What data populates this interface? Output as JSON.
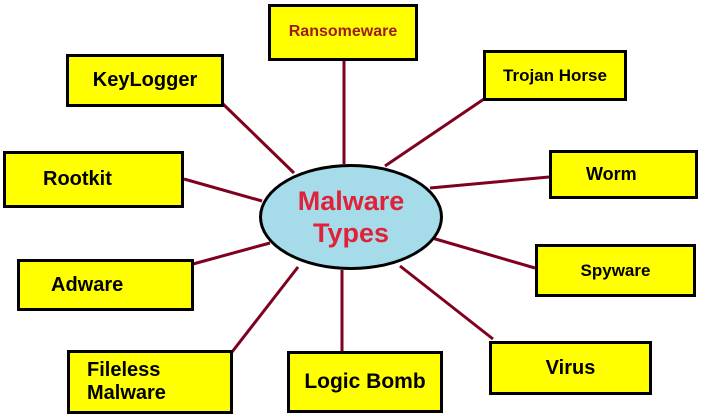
{
  "diagram": {
    "hub": {
      "line1": "Malware",
      "line2": "Types",
      "fill": "#a6dcea",
      "text_color": "#e0213a"
    },
    "node_fill": "#ffff00",
    "link_color": "#800020",
    "nodes": [
      {
        "id": "ransomeware",
        "label": "Ransomeware",
        "color": "#9b1c1c"
      },
      {
        "id": "trojan-horse",
        "label": "Trojan Horse"
      },
      {
        "id": "worm",
        "label": "Worm"
      },
      {
        "id": "spyware",
        "label": "Spyware"
      },
      {
        "id": "virus",
        "label": "Virus"
      },
      {
        "id": "logic-bomb",
        "label": "Logic Bomb"
      },
      {
        "id": "fileless-malware",
        "line1": "Fileless",
        "line2": "Malware"
      },
      {
        "id": "adware",
        "label": "Adware"
      },
      {
        "id": "rootkit",
        "label": "Rootkit"
      },
      {
        "id": "keylogger",
        "label": "KeyLogger"
      }
    ]
  }
}
